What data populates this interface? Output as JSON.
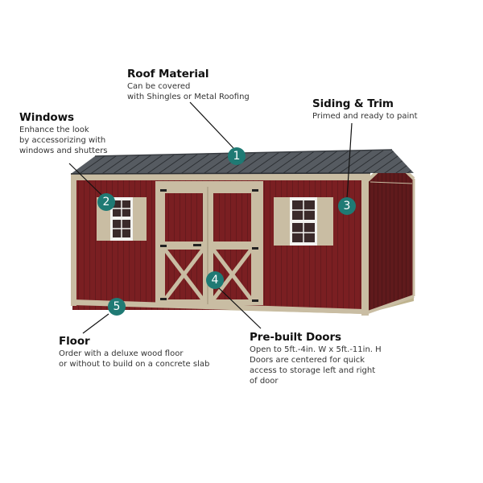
{
  "colors": {
    "marker": "#1f7a74",
    "siding": "#7a1f22",
    "siding_side": "#5f1a1c",
    "trim": "#c9bda3",
    "roof": "#4a4f55",
    "leader": "#111111"
  },
  "callouts": [
    {
      "number": "1",
      "title": "Roof Material",
      "description": "Can be covered\nwith Shingles or Metal Roofing"
    },
    {
      "number": "2",
      "title": "Windows",
      "description": "Enhance the look\nby accessorizing with\nwindows and shutters"
    },
    {
      "number": "3",
      "title": "Siding & Trim",
      "description": "Primed and ready to paint"
    },
    {
      "number": "4",
      "title": "Pre-built Doors",
      "description": "Open to 5ft.-4in. W x 5ft.-11in. H\nDoors are centered for quick\naccess to storage left and right\nof door"
    },
    {
      "number": "5",
      "title": "Floor",
      "description": "Order with a deluxe wood floor\nor without to build on a concrete slab"
    }
  ]
}
